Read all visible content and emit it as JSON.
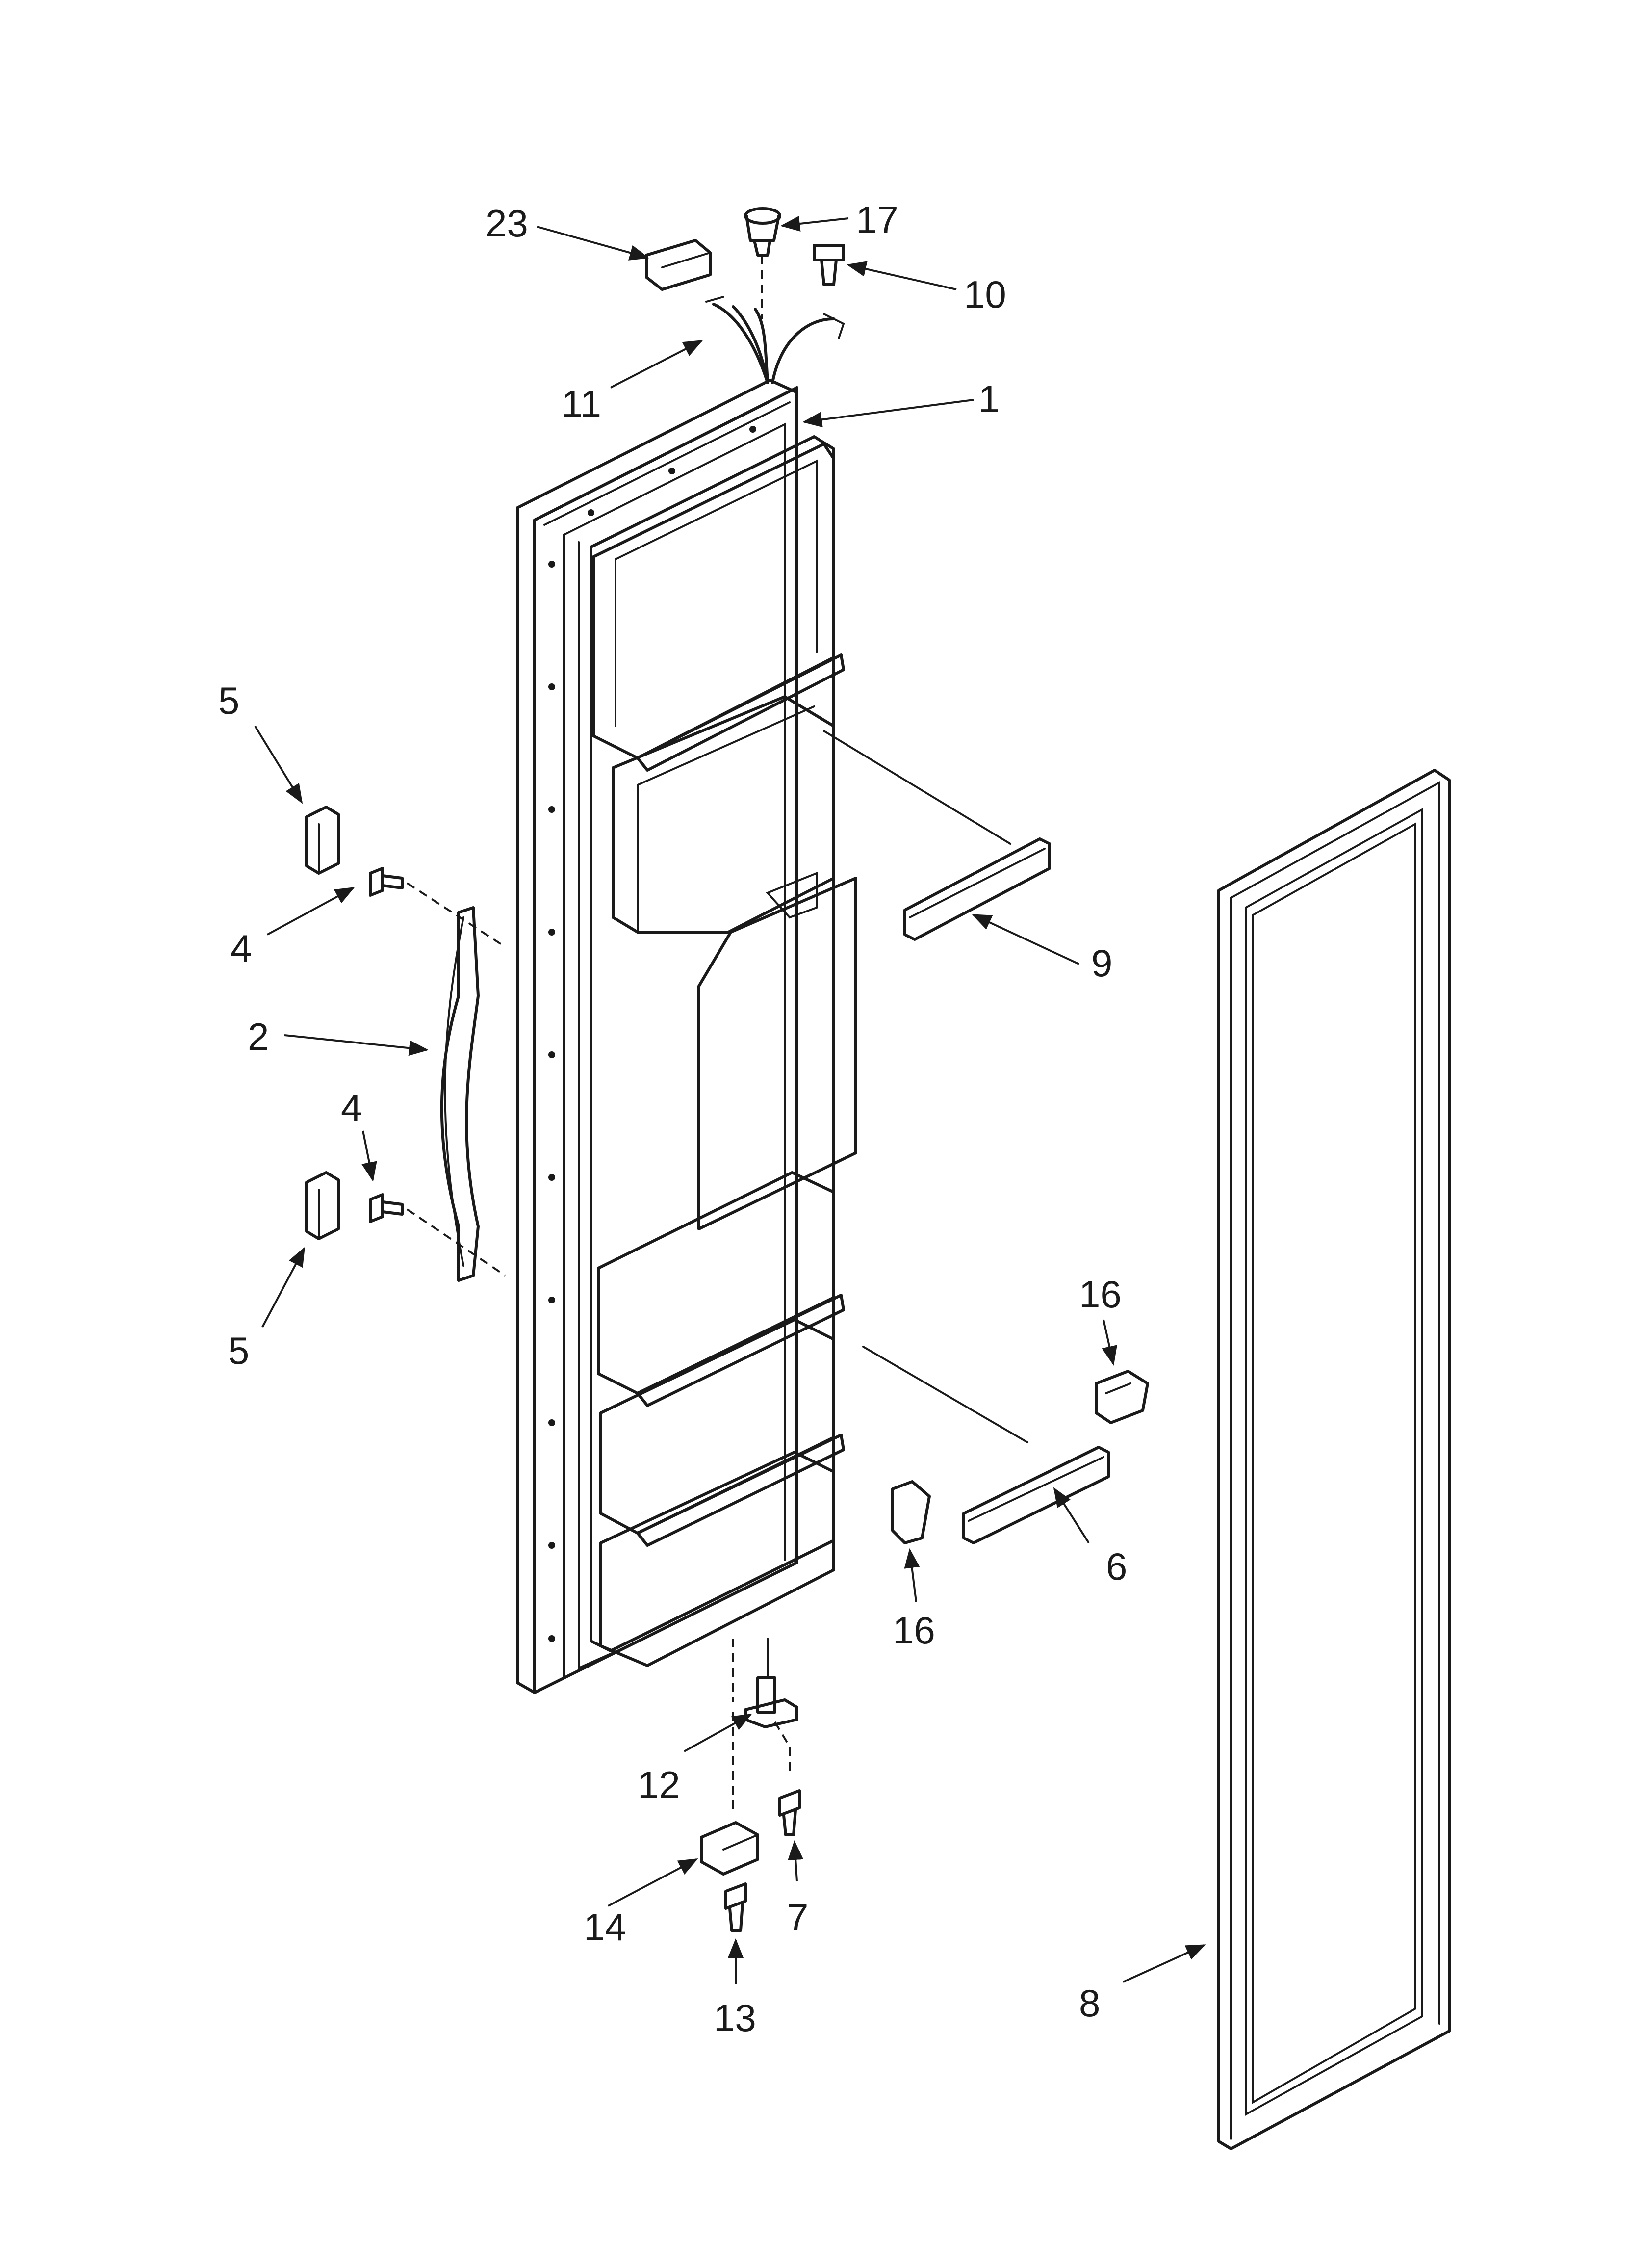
{
  "callouts": [
    {
      "id": "c23",
      "label": "23"
    },
    {
      "id": "c17",
      "label": "17"
    },
    {
      "id": "c10",
      "label": "10"
    },
    {
      "id": "c11",
      "label": "11"
    },
    {
      "id": "c1",
      "label": "1"
    },
    {
      "id": "c5a",
      "label": "5"
    },
    {
      "id": "c4a",
      "label": "4"
    },
    {
      "id": "c9",
      "label": "9"
    },
    {
      "id": "c2",
      "label": "2"
    },
    {
      "id": "c4b",
      "label": "4"
    },
    {
      "id": "c16a",
      "label": "16"
    },
    {
      "id": "c5b",
      "label": "5"
    },
    {
      "id": "c6",
      "label": "6"
    },
    {
      "id": "c16b",
      "label": "16"
    },
    {
      "id": "c12",
      "label": "12"
    },
    {
      "id": "c7",
      "label": "7"
    },
    {
      "id": "c14",
      "label": "14"
    },
    {
      "id": "c8",
      "label": "8"
    },
    {
      "id": "c13",
      "label": "13"
    }
  ]
}
